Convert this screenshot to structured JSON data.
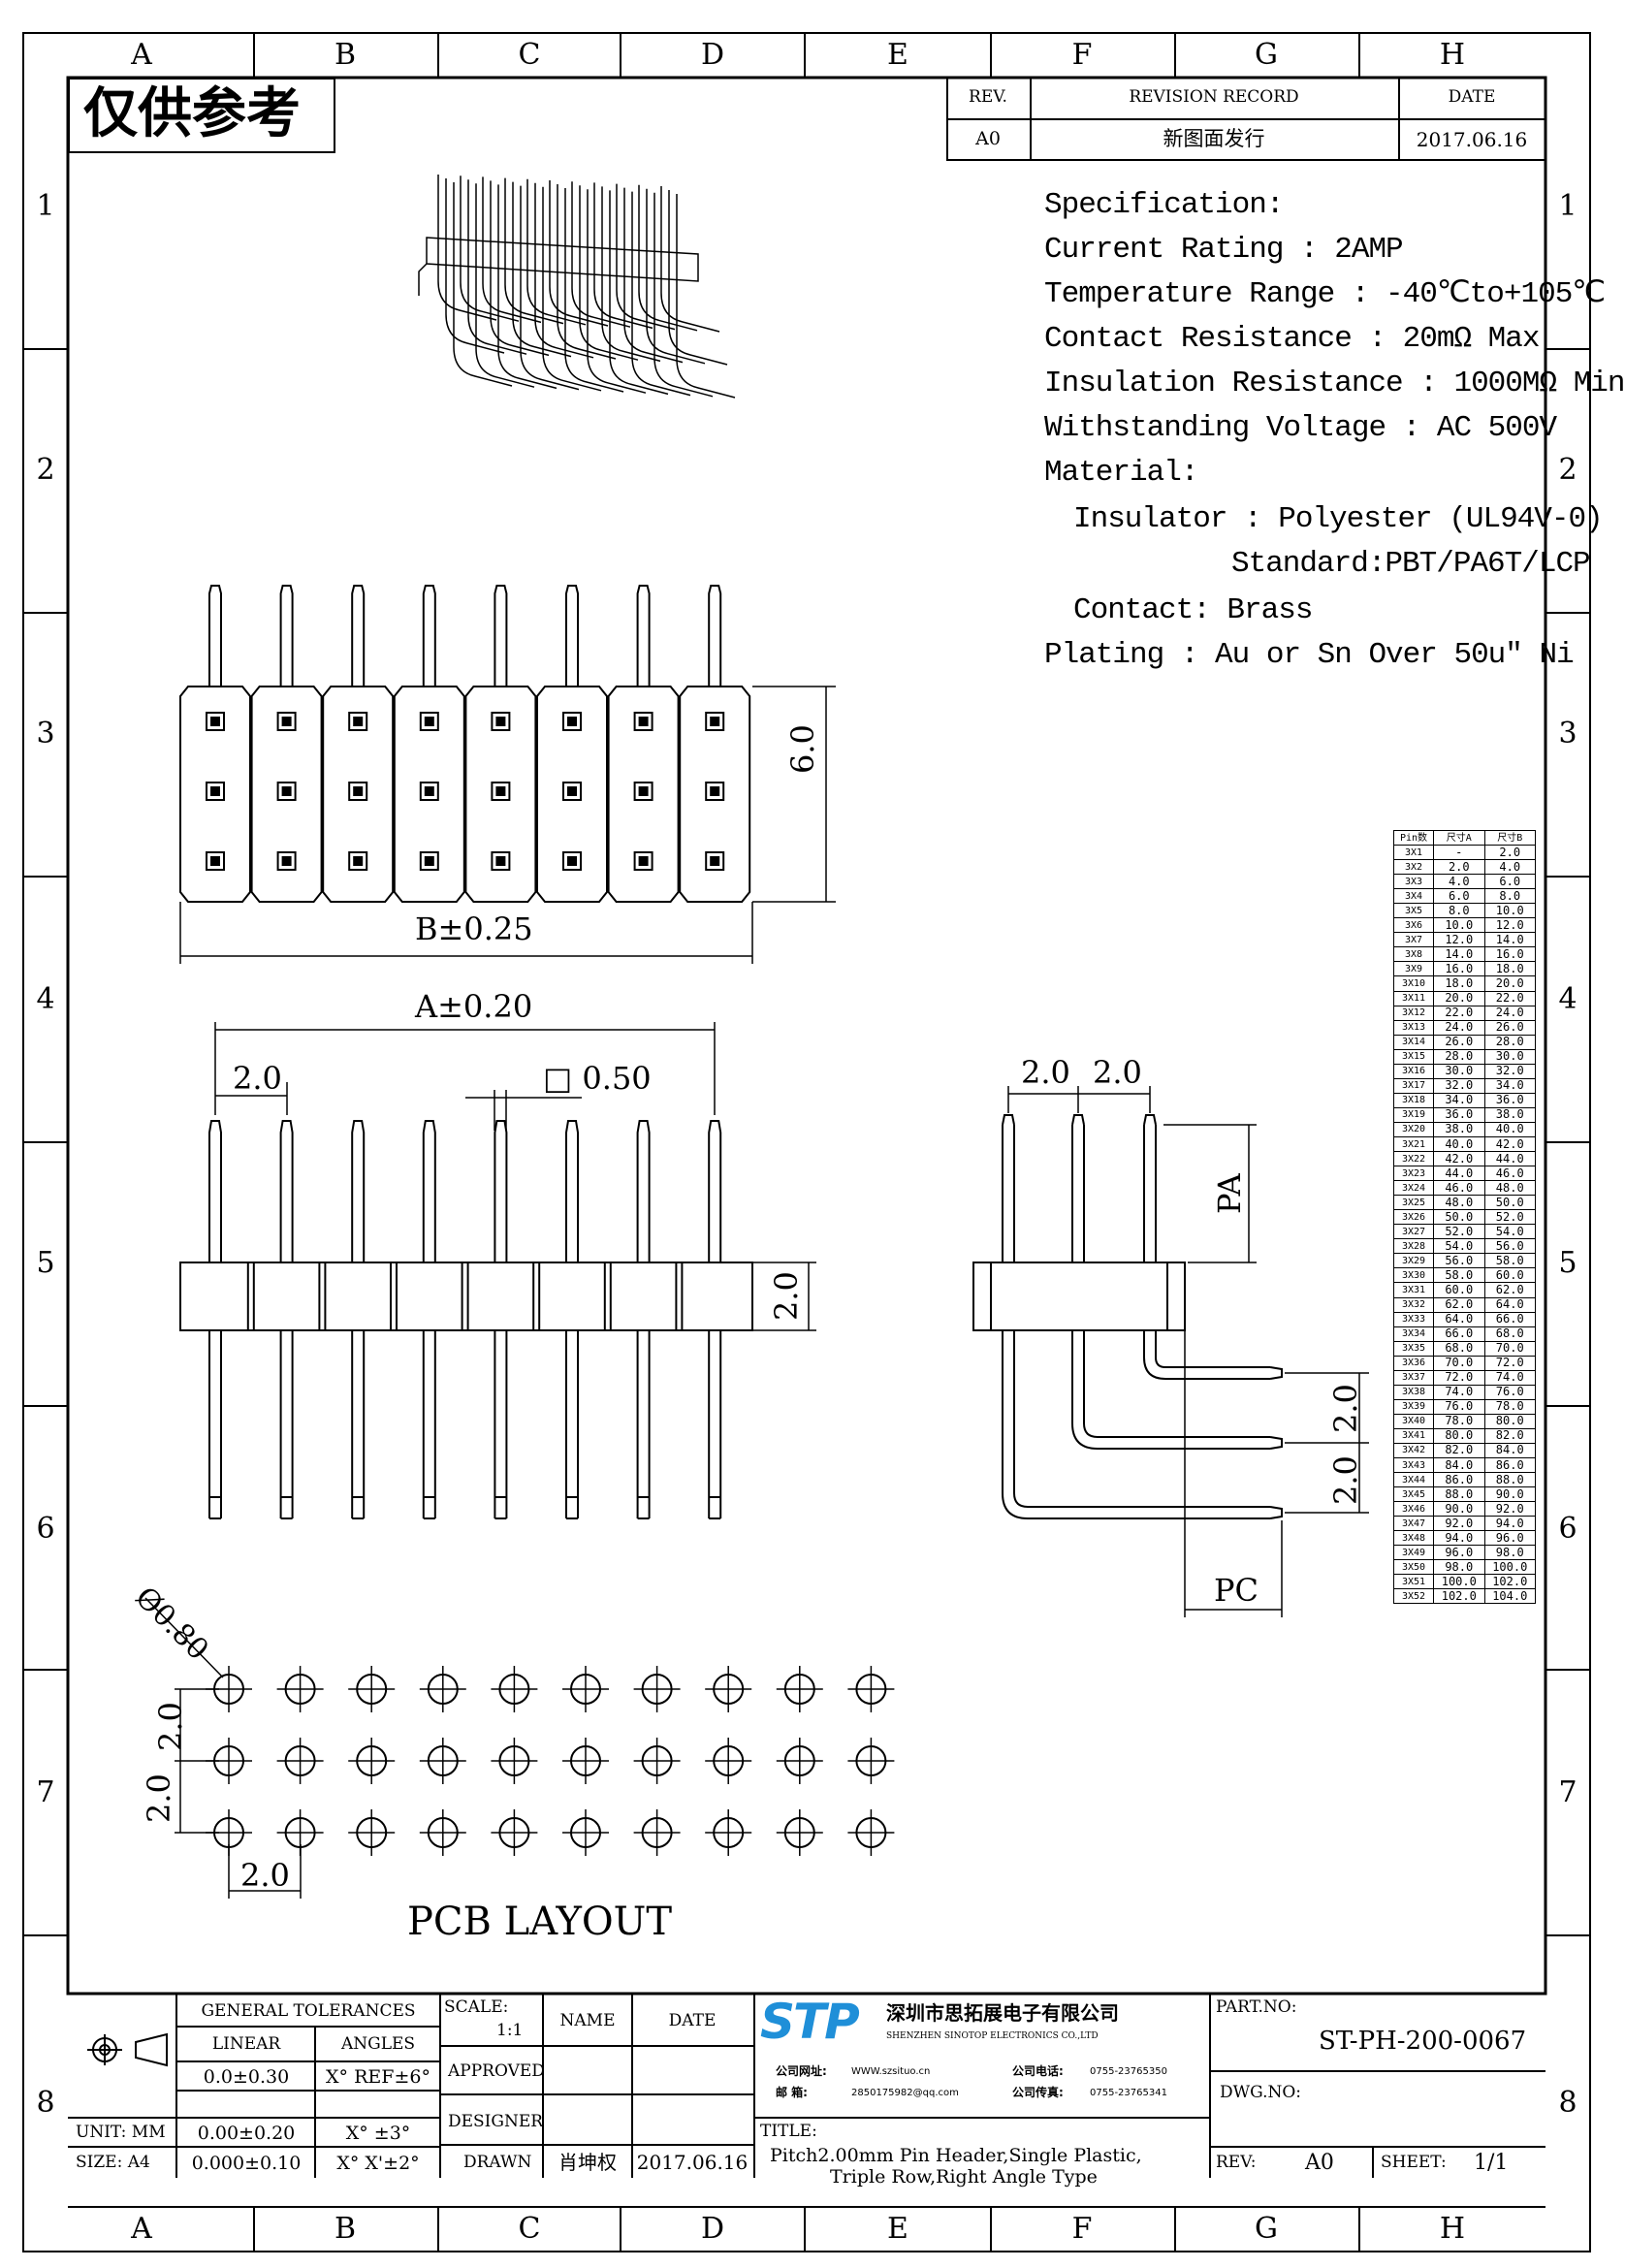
{
  "frame": {
    "columns": [
      "A",
      "B",
      "C",
      "D",
      "E",
      "F",
      "G",
      "H"
    ],
    "rows": [
      "1",
      "2",
      "3",
      "4",
      "5",
      "6",
      "7",
      "8"
    ]
  },
  "stamp": "仅供参考",
  "revision": {
    "headers": [
      "REV.",
      "REVISION RECORD",
      "DATE"
    ],
    "rev": "A0",
    "record": "新图面发行",
    "date": "2017.06.16"
  },
  "spec": {
    "lines": [
      "Specification:",
      "Current Rating : 2AMP",
      "Temperature Range : -40℃to+105℃",
      "Contact Resistance : 20mΩ Max",
      "Insulation Resistance : 1000MΩ Min",
      "Withstanding Voltage : AC 500V",
      "Material:",
      "Insulator : Polyester (UL94V-0)",
      "Standard:PBT/PA6T/LCP",
      "Contact: Brass",
      "Plating : Au or Sn Over 50u\" Ni"
    ]
  },
  "dims": {
    "b": "B±0.25",
    "h6": "6.0",
    "a": "A±0.20",
    "p1": "2.0",
    "sq": "□ 0.50",
    "h2": "2.0",
    "side_p1": "2.0",
    "side_p2": "2.0",
    "pa": "PA",
    "pc": "PC",
    "r1": "2.0",
    "r2": "2.0",
    "dia": "Ø0.80",
    "pcb_v1": "2.0",
    "pcb_v2": "2.0",
    "pcb_h": "2.0"
  },
  "pcb_title": "PCB LAYOUT",
  "pin_table": {
    "headers": [
      "Pin数",
      "尺寸A",
      "尺寸B"
    ],
    "rows": [
      [
        "3X1",
        "-",
        "2.0"
      ],
      [
        "3X2",
        "2.0",
        "4.0"
      ],
      [
        "3X3",
        "4.0",
        "6.0"
      ],
      [
        "3X4",
        "6.0",
        "8.0"
      ],
      [
        "3X5",
        "8.0",
        "10.0"
      ],
      [
        "3X6",
        "10.0",
        "12.0"
      ],
      [
        "3X7",
        "12.0",
        "14.0"
      ],
      [
        "3X8",
        "14.0",
        "16.0"
      ],
      [
        "3X9",
        "16.0",
        "18.0"
      ],
      [
        "3X10",
        "18.0",
        "20.0"
      ],
      [
        "3X11",
        "20.0",
        "22.0"
      ],
      [
        "3X12",
        "22.0",
        "24.0"
      ],
      [
        "3X13",
        "24.0",
        "26.0"
      ],
      [
        "3X14",
        "26.0",
        "28.0"
      ],
      [
        "3X15",
        "28.0",
        "30.0"
      ],
      [
        "3X16",
        "30.0",
        "32.0"
      ],
      [
        "3X17",
        "32.0",
        "34.0"
      ],
      [
        "3X18",
        "34.0",
        "36.0"
      ],
      [
        "3X19",
        "36.0",
        "38.0"
      ],
      [
        "3X20",
        "38.0",
        "40.0"
      ],
      [
        "3X21",
        "40.0",
        "42.0"
      ],
      [
        "3X22",
        "42.0",
        "44.0"
      ],
      [
        "3X23",
        "44.0",
        "46.0"
      ],
      [
        "3X24",
        "46.0",
        "48.0"
      ],
      [
        "3X25",
        "48.0",
        "50.0"
      ],
      [
        "3X26",
        "50.0",
        "52.0"
      ],
      [
        "3X27",
        "52.0",
        "54.0"
      ],
      [
        "3X28",
        "54.0",
        "56.0"
      ],
      [
        "3X29",
        "56.0",
        "58.0"
      ],
      [
        "3X30",
        "58.0",
        "60.0"
      ],
      [
        "3X31",
        "60.0",
        "62.0"
      ],
      [
        "3X32",
        "62.0",
        "64.0"
      ],
      [
        "3X33",
        "64.0",
        "66.0"
      ],
      [
        "3X34",
        "66.0",
        "68.0"
      ],
      [
        "3X35",
        "68.0",
        "70.0"
      ],
      [
        "3X36",
        "70.0",
        "72.0"
      ],
      [
        "3X37",
        "72.0",
        "74.0"
      ],
      [
        "3X38",
        "74.0",
        "76.0"
      ],
      [
        "3X39",
        "76.0",
        "78.0"
      ],
      [
        "3X40",
        "78.0",
        "80.0"
      ],
      [
        "3X41",
        "80.0",
        "82.0"
      ],
      [
        "3X42",
        "82.0",
        "84.0"
      ],
      [
        "3X43",
        "84.0",
        "86.0"
      ],
      [
        "3X44",
        "86.0",
        "88.0"
      ],
      [
        "3X45",
        "88.0",
        "90.0"
      ],
      [
        "3X46",
        "90.0",
        "92.0"
      ],
      [
        "3X47",
        "92.0",
        "94.0"
      ],
      [
        "3X48",
        "94.0",
        "96.0"
      ],
      [
        "3X49",
        "96.0",
        "98.0"
      ],
      [
        "3X50",
        "98.0",
        "100.0"
      ],
      [
        "3X51",
        "100.0",
        "102.0"
      ],
      [
        "3X52",
        "102.0",
        "104.0"
      ]
    ]
  },
  "title_block": {
    "general_tolerances": "GENERAL TOLERANCES",
    "linear": "LINEAR",
    "angles": "ANGLES",
    "lin1": "0.0±0.30",
    "ang1": "X° REF±6°",
    "unit": "UNIT: MM",
    "lin2": "0.00±0.20",
    "ang2": "X° ±3°",
    "size": "SIZE: A4",
    "lin3": "0.000±0.10",
    "ang3": "X° X'±2°",
    "scale_label": "SCALE:",
    "scale_value": "1:1",
    "name_label": "NAME",
    "date_label": "DATE",
    "approved": "APPROVED",
    "designer": "DESIGNER",
    "drawn": "DRAWN",
    "drawn_name": "肖坤权",
    "drawn_date": "2017.06.16",
    "logo": "STP",
    "company_cn": "深圳市思拓展电子有限公司",
    "company_en": "SHENZHEN SINOTOP ELECTRONICS CO.,LTD",
    "contact_web_label": "公司网址:",
    "contact_web": "WWW.szsituo.cn",
    "contact_mail_label": "邮 箱:",
    "contact_mail": "2850175982@qq.com",
    "contact_tel_label": "公司电话:",
    "contact_tel": "0755-23765350",
    "contact_fax_label": "公司传真:",
    "contact_fax": "0755-23765341",
    "title_label": "TITLE:",
    "title_line1": "Pitch2.00mm Pin Header,Single Plastic,",
    "title_line2": "Triple Row,Right Angle Type",
    "part_no_label": "PART.NO:",
    "part_no": "ST-PH-200-0067",
    "dwg_no_label": "DWG.NO:",
    "rev_label": "REV:",
    "rev_value": "A0",
    "sheet_label": "SHEET:",
    "sheet_value": "1/1"
  }
}
